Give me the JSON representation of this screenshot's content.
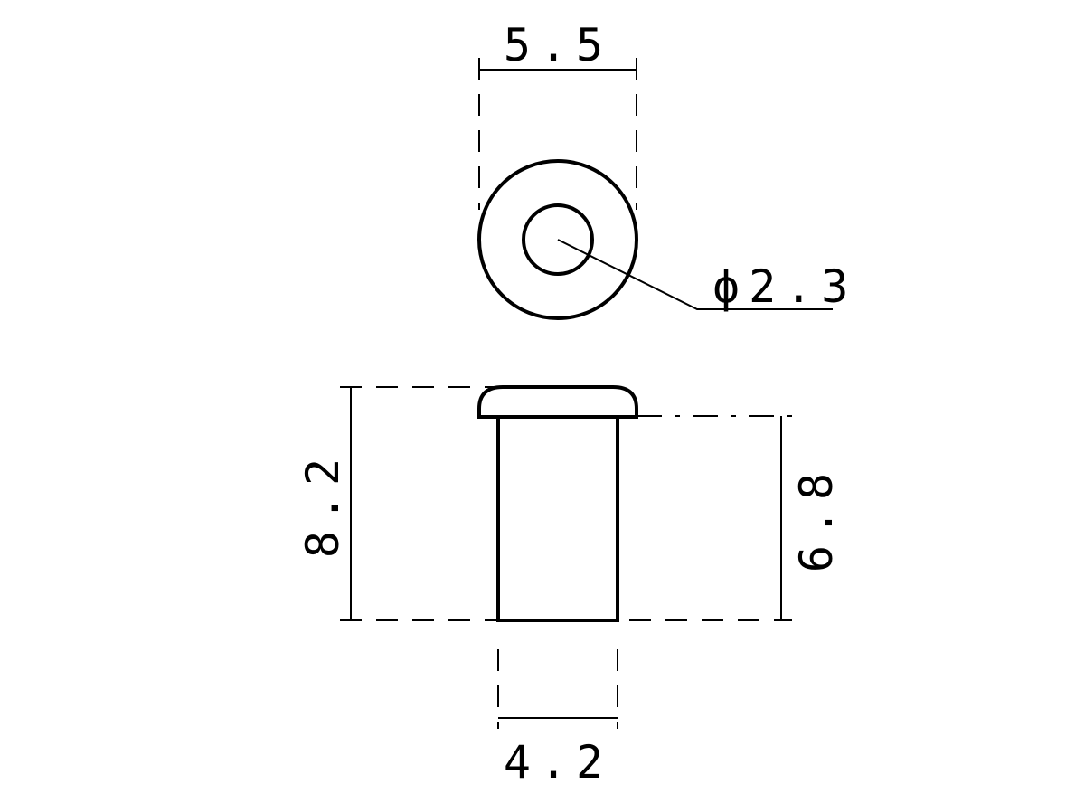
{
  "dimensions": {
    "top_width": "5.5",
    "hole_diameter": "ϕ2.3",
    "total_height": "8.2",
    "shank_height": "6.8",
    "shank_width": "4.2"
  },
  "colors": {
    "line": "#000000",
    "background": "#ffffff"
  }
}
